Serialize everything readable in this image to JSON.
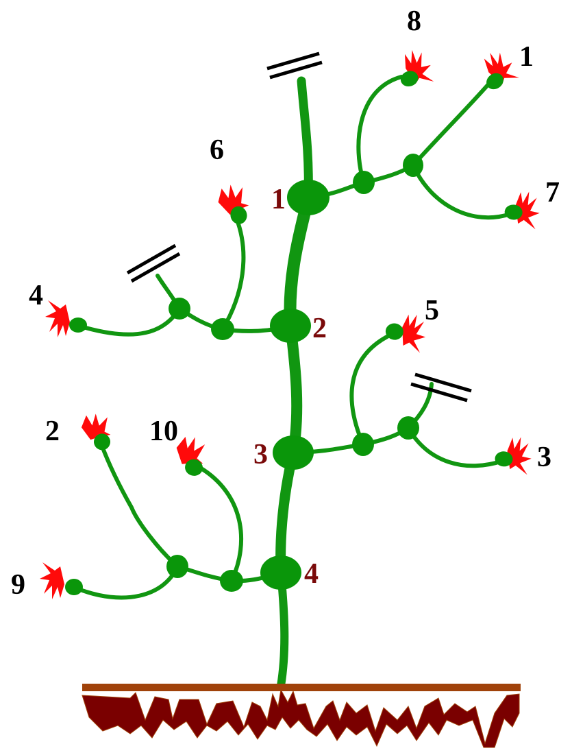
{
  "colors": {
    "stem": "#119611",
    "flower": "#ff0a0a",
    "flower_base": "#0a960a",
    "flower_label": "#000000",
    "node_label": "#7a0a0a",
    "soil_line": "#a0420a",
    "roots": "#7a0000"
  },
  "node_labels": [
    "1",
    "2",
    "3",
    "4"
  ],
  "flower_labels": {
    "f1": "1",
    "f2": "2",
    "f3": "3",
    "f4": "4",
    "f5": "5",
    "f6": "6",
    "f7": "7",
    "f8": "8",
    "f9": "9",
    "f10": "10"
  }
}
